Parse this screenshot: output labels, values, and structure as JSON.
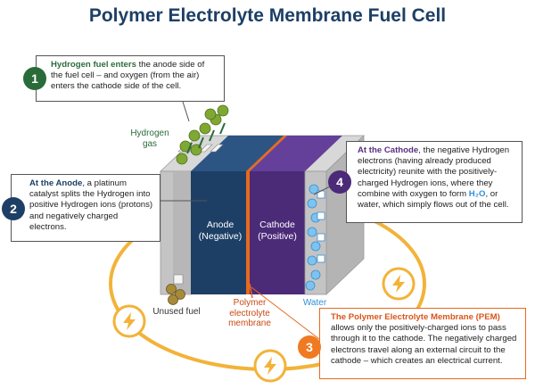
{
  "title": "Polymer Electrolyte Membrane Fuel Cell",
  "labels": {
    "hydrogen_gas": "Hydrogen gas",
    "anode": "Anode (Negative)",
    "cathode": "Cathode (Positive)",
    "pem": "Polymer electrolyte membrane",
    "unused_fuel": "Unused fuel",
    "water": "Water"
  },
  "callouts": [
    {
      "number": "1",
      "heading": "Hydrogen fuel enters",
      "text": " the anode side of the fuel cell – and oxygen (from the air) enters the cathode side of the cell."
    },
    {
      "number": "2",
      "heading": "At the Anode",
      "text": ", a platinum catalyst splits the Hydrogen into positive Hydrogen ions (protons) and negatively charged electrons."
    },
    {
      "number": "3",
      "heading": "The Polymer Electrolyte Membrane (PEM)",
      "text": " allows only the positively-charged ions to pass through it to the cathode. The negatively charged electrons travel along an external circuit to the cathode – which creates an electrical current."
    },
    {
      "number": "4",
      "heading": "At the Cathode",
      "text": ", the negative Hydrogen electrons (having already produced electricity) reunite with the positively-charged Hydrogen ions, where they combine with oxygen to form ",
      "formula": "H₂O",
      "text_after": ", or water, which simply flows out of the cell."
    }
  ],
  "colors": {
    "title": "#1d3f66",
    "anode": "#1d3f66",
    "cathode": "#4b2a78",
    "membrane": "#e86a1e",
    "hydrogen": "#7fa832",
    "water": "#7cc3f0",
    "circuit": "#f2b339"
  }
}
